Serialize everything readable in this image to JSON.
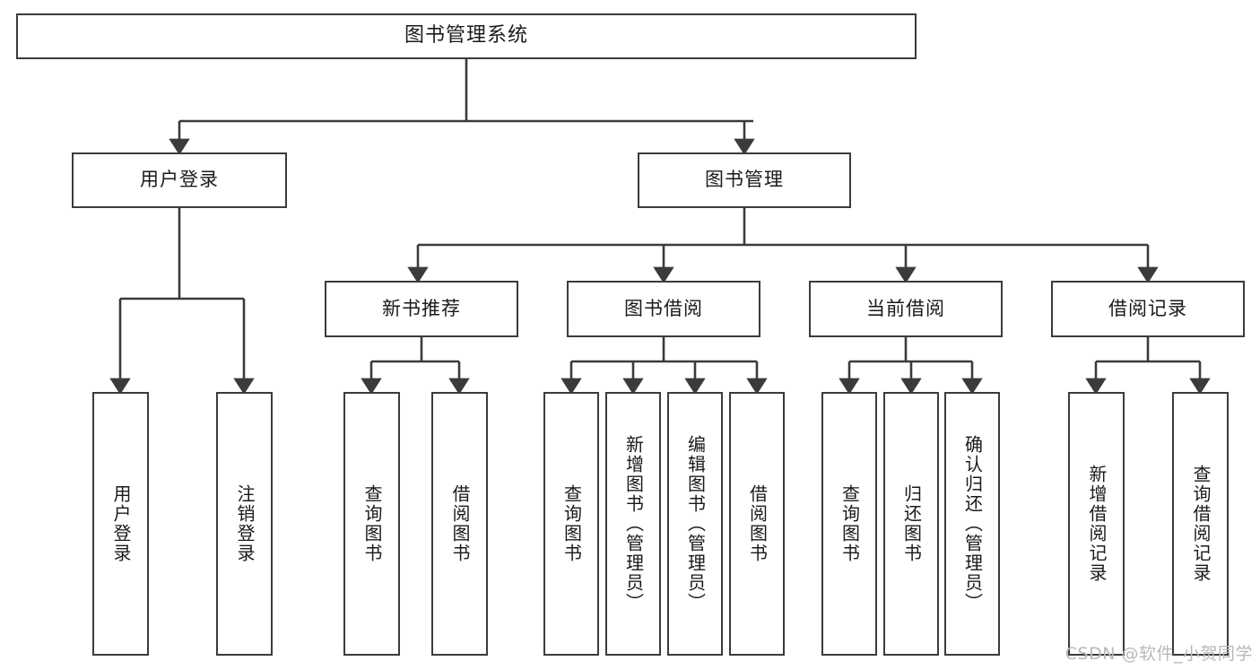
{
  "diagram": {
    "title": "图书管理系统",
    "watermark": "CSDN @软件_小贺同学",
    "colors": {
      "stroke": "#3b3b3b",
      "box_fill": "#ffffff",
      "text": "#1a1a1a",
      "watermark": "#b9b9b9",
      "background": "#ffffff"
    },
    "levels": {
      "level1": [
        {
          "label": "图书管理系统"
        }
      ],
      "level2": [
        {
          "label": "用户登录"
        },
        {
          "label": "图书管理"
        }
      ],
      "level3": [
        {
          "label": "新书推荐"
        },
        {
          "label": "图书借阅"
        },
        {
          "label": "当前借阅"
        },
        {
          "label": "借阅记录"
        }
      ],
      "leaves": {
        "user_login": [
          {
            "label": "用户登录"
          },
          {
            "label": "注销登录"
          }
        ],
        "new_book_recommend": [
          {
            "label": "查询图书"
          },
          {
            "label": "借阅图书"
          }
        ],
        "book_borrow": [
          {
            "label": "查询图书"
          },
          {
            "label": "新增图书（管理员）"
          },
          {
            "label": "编辑图书（管理员）"
          },
          {
            "label": "借阅图书"
          }
        ],
        "current_borrow": [
          {
            "label": "查询图书"
          },
          {
            "label": "归还图书"
          },
          {
            "label": "确认归还（管理员）"
          }
        ],
        "borrow_record": [
          {
            "label": "新增借阅记录"
          },
          {
            "label": "查询借阅记录"
          }
        ]
      }
    }
  }
}
